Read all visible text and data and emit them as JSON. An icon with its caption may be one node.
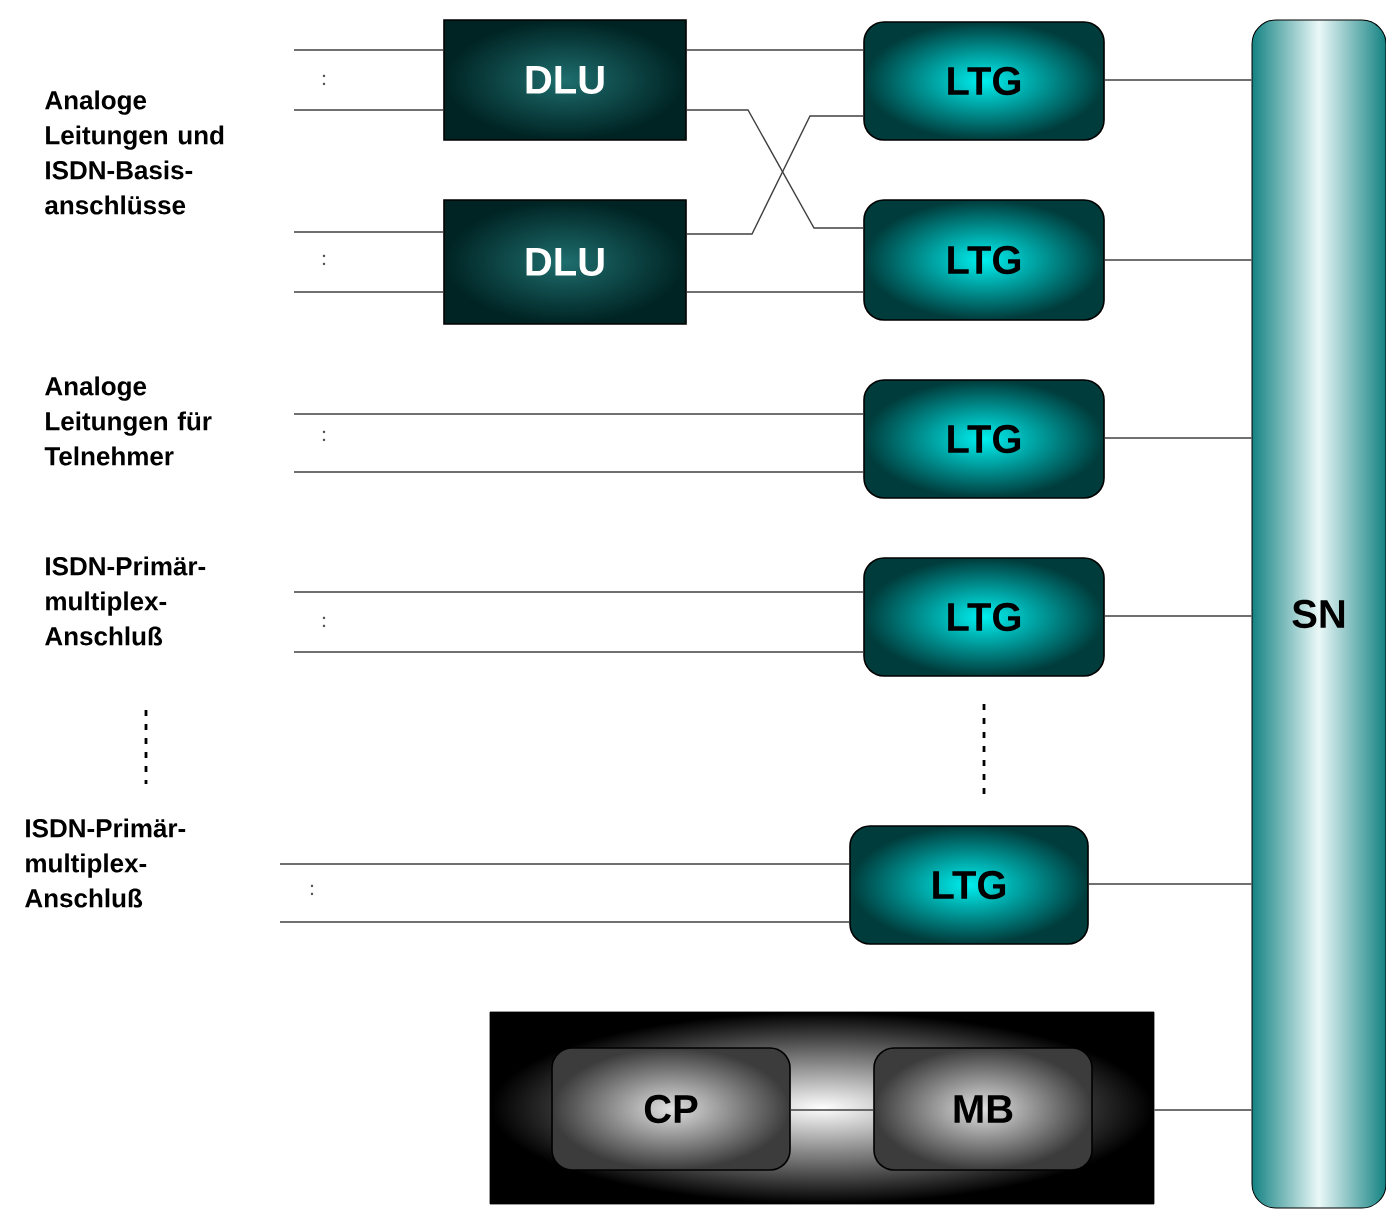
{
  "diagram": {
    "nodes": [
      {
        "text": [
          "DLU"
        ]
      },
      {
        "text": [
          "DLU"
        ]
      },
      {
        "text": [
          "LTG"
        ]
      },
      {
        "text": [
          "LTG"
        ]
      },
      {
        "text": [
          "LTG"
        ]
      },
      {
        "text": [
          "LTG"
        ]
      },
      {
        "text": [
          "LTG"
        ]
      },
      {
        "text": [
          "SN"
        ]
      },
      {
        "text": [],
        "shape": "box"
      },
      {
        "text": [
          "CP"
        ],
        "in": 8
      },
      {
        "text": [
          "MB"
        ],
        "in": 8
      }
    ],
    "edges": [
      {
        "from": null,
        "to": 0,
        "arrow": "none"
      },
      {
        "from": null,
        "to": 0,
        "arrow": "none"
      },
      {
        "from": null,
        "to": 1,
        "arrow": "none"
      },
      {
        "from": null,
        "to": 1,
        "arrow": "none"
      },
      {
        "from": 0,
        "to": 2,
        "arrow": "none"
      },
      {
        "from": 0,
        "to": 3,
        "arrow": "none"
      },
      {
        "from": 1,
        "to": 2,
        "arrow": "none"
      },
      {
        "from": 1,
        "to": 3,
        "arrow": "none"
      },
      {
        "from": null,
        "to": 4,
        "arrow": "none"
      },
      {
        "from": null,
        "to": 4,
        "arrow": "none"
      },
      {
        "from": null,
        "to": 5,
        "arrow": "none"
      },
      {
        "from": null,
        "to": 5,
        "arrow": "none"
      },
      {
        "from": null,
        "to": 6,
        "arrow": "none"
      },
      {
        "from": null,
        "to": 6,
        "arrow": "none"
      },
      {
        "from": 2,
        "to": 7,
        "arrow": "none"
      },
      {
        "from": 3,
        "to": 7,
        "arrow": "none"
      },
      {
        "from": 4,
        "to": 7,
        "arrow": "none"
      },
      {
        "from": 5,
        "to": 7,
        "arrow": "none"
      },
      {
        "from": 6,
        "to": 7,
        "arrow": "none"
      },
      {
        "from": 9,
        "to": 10,
        "arrow": "none"
      },
      {
        "from": 8,
        "to": 7,
        "arrow": "none"
      }
    ],
    "labels": [
      "Analoge Leitungen und ISDN-Basis-anschlüsse",
      "Analoge Leitungen für Telnehmer",
      "ISDN-Primär-multiplex-Anschluß",
      "ISDN-Primär-multiplex-Anschluß"
    ]
  }
}
